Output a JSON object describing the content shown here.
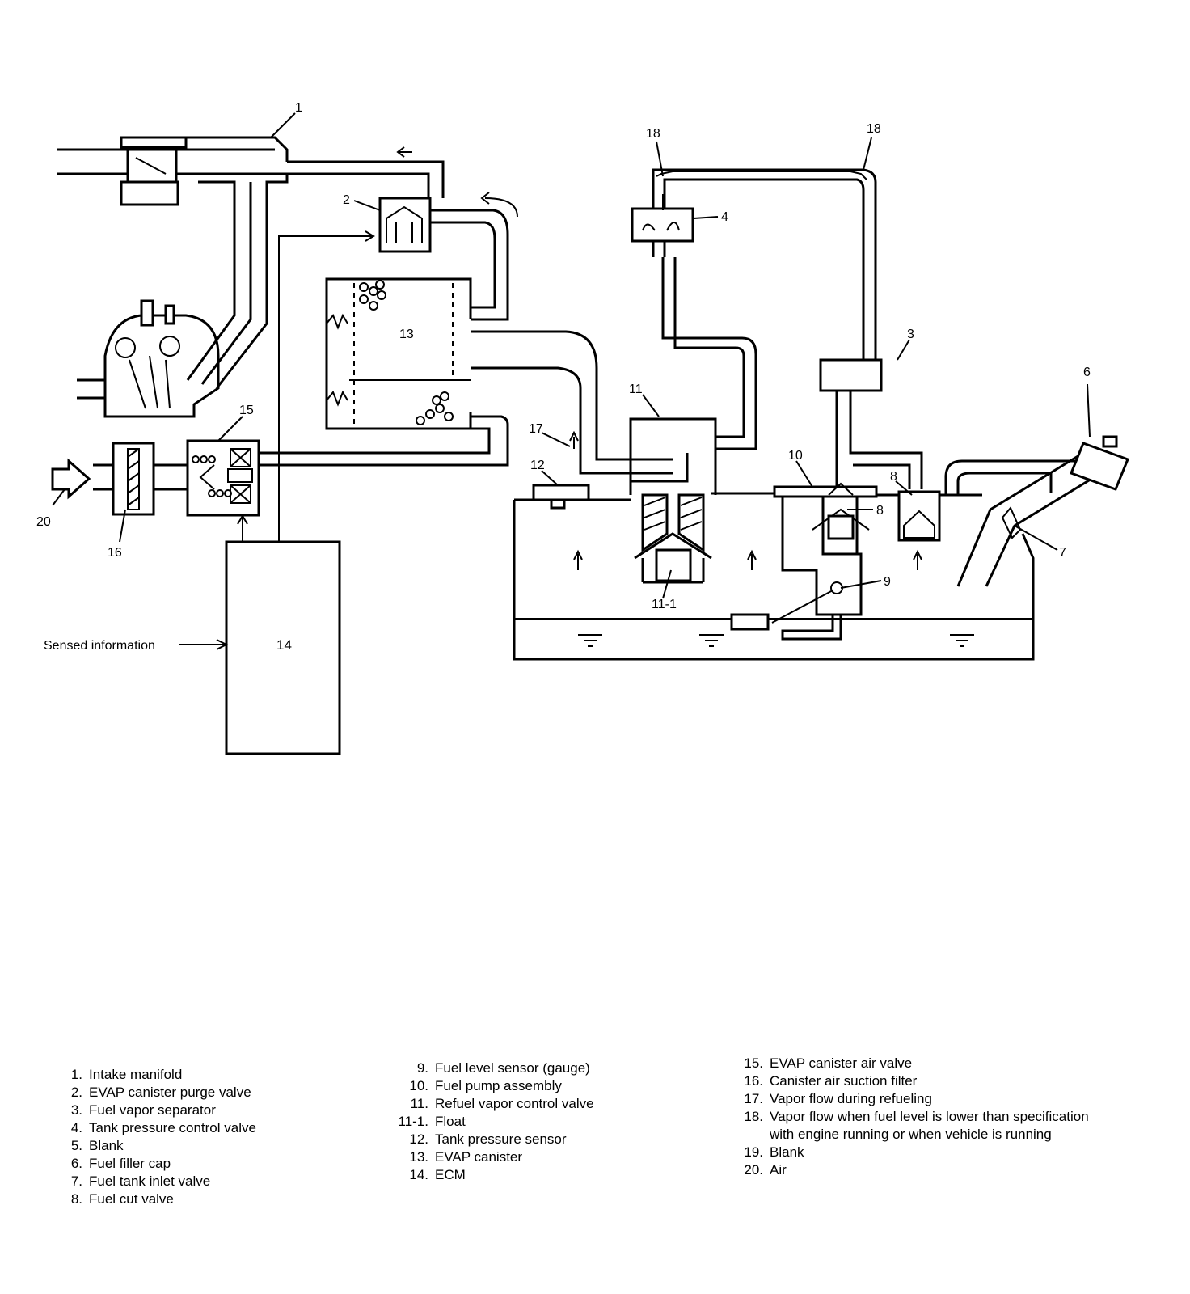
{
  "callouts": {
    "c1": "1",
    "c2": "2",
    "c3": "3",
    "c4": "4",
    "c6": "6",
    "c7": "7",
    "c8a": "8",
    "c8b": "8",
    "c9": "9",
    "c10": "10",
    "c11": "11",
    "c11_1": "11-1",
    "c12": "12",
    "c13": "13",
    "c14": "14",
    "c15": "15",
    "c16": "16",
    "c17": "17",
    "c18a": "18",
    "c18b": "18",
    "c20": "20"
  },
  "sensed_information": "Sensed information",
  "legend": {
    "col1": [
      {
        "num": "1.",
        "text": "Intake manifold"
      },
      {
        "num": "2.",
        "text": "EVAP canister purge valve"
      },
      {
        "num": "3.",
        "text": "Fuel vapor separator"
      },
      {
        "num": "4.",
        "text": "Tank pressure control valve"
      },
      {
        "num": "5.",
        "text": "Blank"
      },
      {
        "num": "6.",
        "text": "Fuel filler cap"
      },
      {
        "num": "7.",
        "text": "Fuel tank inlet valve"
      },
      {
        "num": "8.",
        "text": "Fuel cut valve"
      }
    ],
    "col2": [
      {
        "num": "9.",
        "text": "Fuel level sensor (gauge)"
      },
      {
        "num": "10.",
        "text": "Fuel pump assembly"
      },
      {
        "num": "11.",
        "text": "Refuel vapor control valve"
      },
      {
        "num": "11-1.",
        "text": "Float"
      },
      {
        "num": "12.",
        "text": "Tank pressure sensor"
      },
      {
        "num": "13.",
        "text": "EVAP canister"
      },
      {
        "num": "14.",
        "text": "ECM"
      }
    ],
    "col3": [
      {
        "num": "15.",
        "text": "EVAP canister air valve"
      },
      {
        "num": "16.",
        "text": "Canister air suction filter"
      },
      {
        "num": "17.",
        "text": "Vapor flow during refueling"
      },
      {
        "num": "18.",
        "text": "Vapor flow when fuel level is lower than specification",
        "text2": "with engine running or when vehicle is running"
      },
      {
        "num": "19.",
        "text": "Blank"
      },
      {
        "num": "20.",
        "text": "Air"
      }
    ]
  }
}
